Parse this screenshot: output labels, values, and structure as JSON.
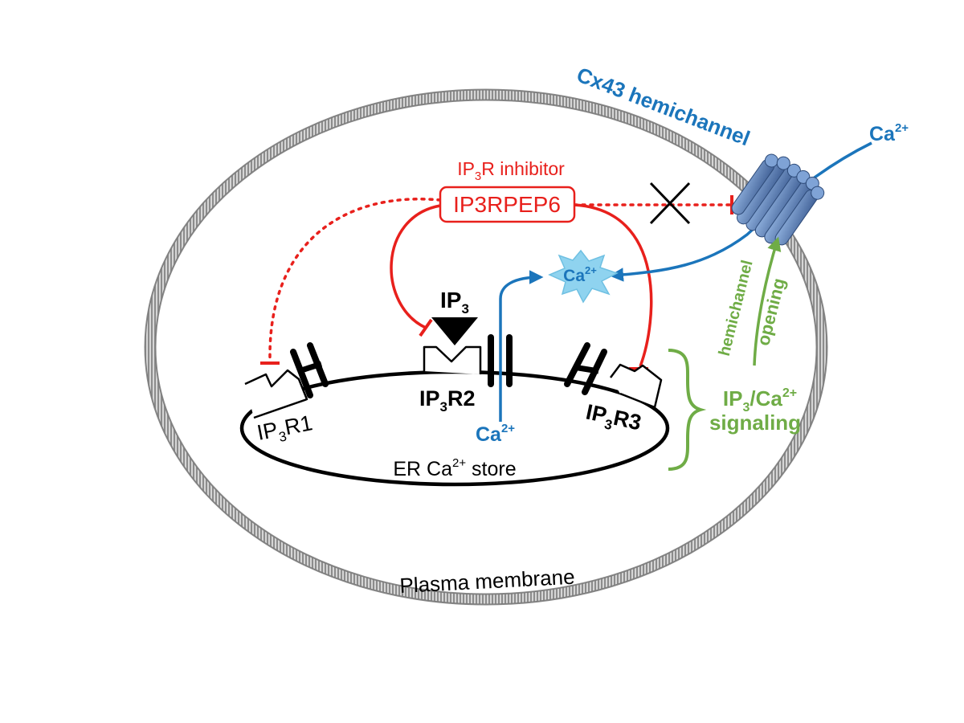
{
  "labels": {
    "cx43": "Cx43 hemichannel",
    "ca_outside": {
      "base": "Ca",
      "sup": "2+"
    },
    "inhibitor": {
      "pre": "IP",
      "sub": "3",
      "post": "R inhibitor"
    },
    "peptide": "IP3RPEP6",
    "ca_cytosol": {
      "base": "Ca",
      "sup": "2+"
    },
    "ip3": {
      "pre": "IP",
      "sub": "3"
    },
    "ip3r1": {
      "pre": "IP",
      "sub": "3",
      "post": "R1"
    },
    "ip3r2": {
      "pre": "IP",
      "sub": "3",
      "post": "R2"
    },
    "ip3r3": {
      "pre": "IP",
      "sub": "3",
      "post": "R3"
    },
    "ca_er": {
      "base": "Ca",
      "sup": "2+"
    },
    "er_store": {
      "pre": "ER Ca",
      "sup": "2+",
      "post": " store"
    },
    "signaling_line1": {
      "pre": "IP",
      "sub": "3",
      "mid": "/Ca",
      "sup": "2+"
    },
    "signaling_line2": "signaling",
    "hemichannel_opening_1": "hemichannel",
    "hemichannel_opening_2": "opening",
    "plasma_membrane": "Plasma membrane"
  },
  "colors": {
    "membrane": "#9a9a9a",
    "inhibitor_red": "#e8201c",
    "cx43_blue": "#1b75bb",
    "signaling_green": "#6fac46",
    "black": "#000000",
    "ca_burst": "#8fd3ef",
    "channel_blue": "#5b7fb5"
  }
}
